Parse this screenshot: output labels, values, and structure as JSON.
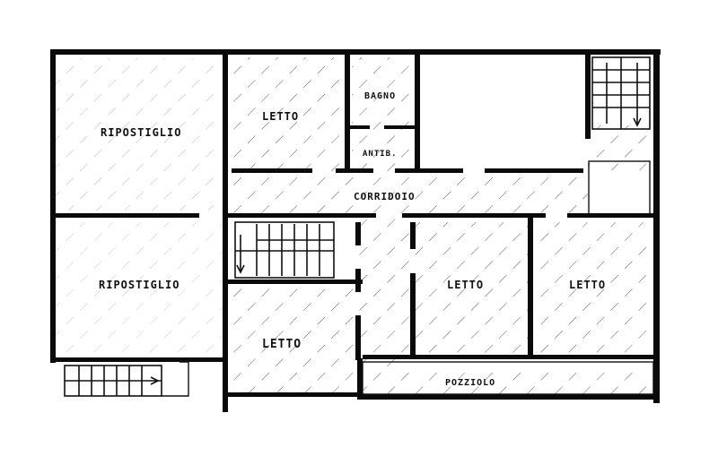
{
  "rooms": {
    "ripostiglio_upper": "RIPOSTIGLIO",
    "ripostiglio_lower": "RIPOSTIGLIO",
    "letto_top": "LETTO",
    "bagno": "BAGNO",
    "antib": "ANTIB.",
    "corridoio": "CORRIDOIO",
    "letto_center": "LETTO",
    "letto_right": "LETTO",
    "letto_lower_left": "LETTO",
    "pozzetto": "POZZIOLO"
  },
  "colors": {
    "ink": "#111111",
    "paper": "#ffffff"
  }
}
